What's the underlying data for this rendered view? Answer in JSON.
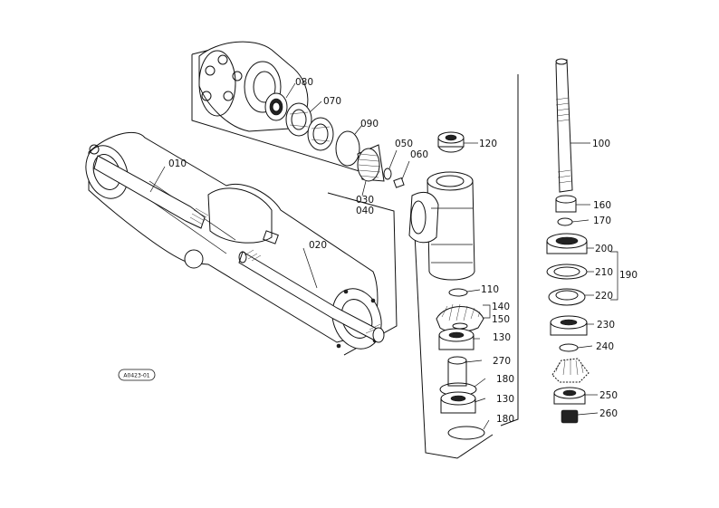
{
  "diagram": {
    "reference_code": "A0423-01",
    "labels": {
      "p010": "010",
      "p020": "020",
      "p030": "030",
      "p040": "040",
      "p050": "050",
      "p060": "060",
      "p070": "070",
      "p080": "080",
      "p090": "090",
      "p100": "100",
      "p110": "110",
      "p120": "120",
      "p130a": "130",
      "p130b": "130",
      "p140": "140",
      "p150": "150",
      "p160": "160",
      "p170": "170",
      "p180a": "180",
      "p180b": "180",
      "p190": "190",
      "p200": "200",
      "p210": "210",
      "p220": "220",
      "p230": "230",
      "p240": "240",
      "p250": "250",
      "p260": "260",
      "p270": "270"
    }
  }
}
